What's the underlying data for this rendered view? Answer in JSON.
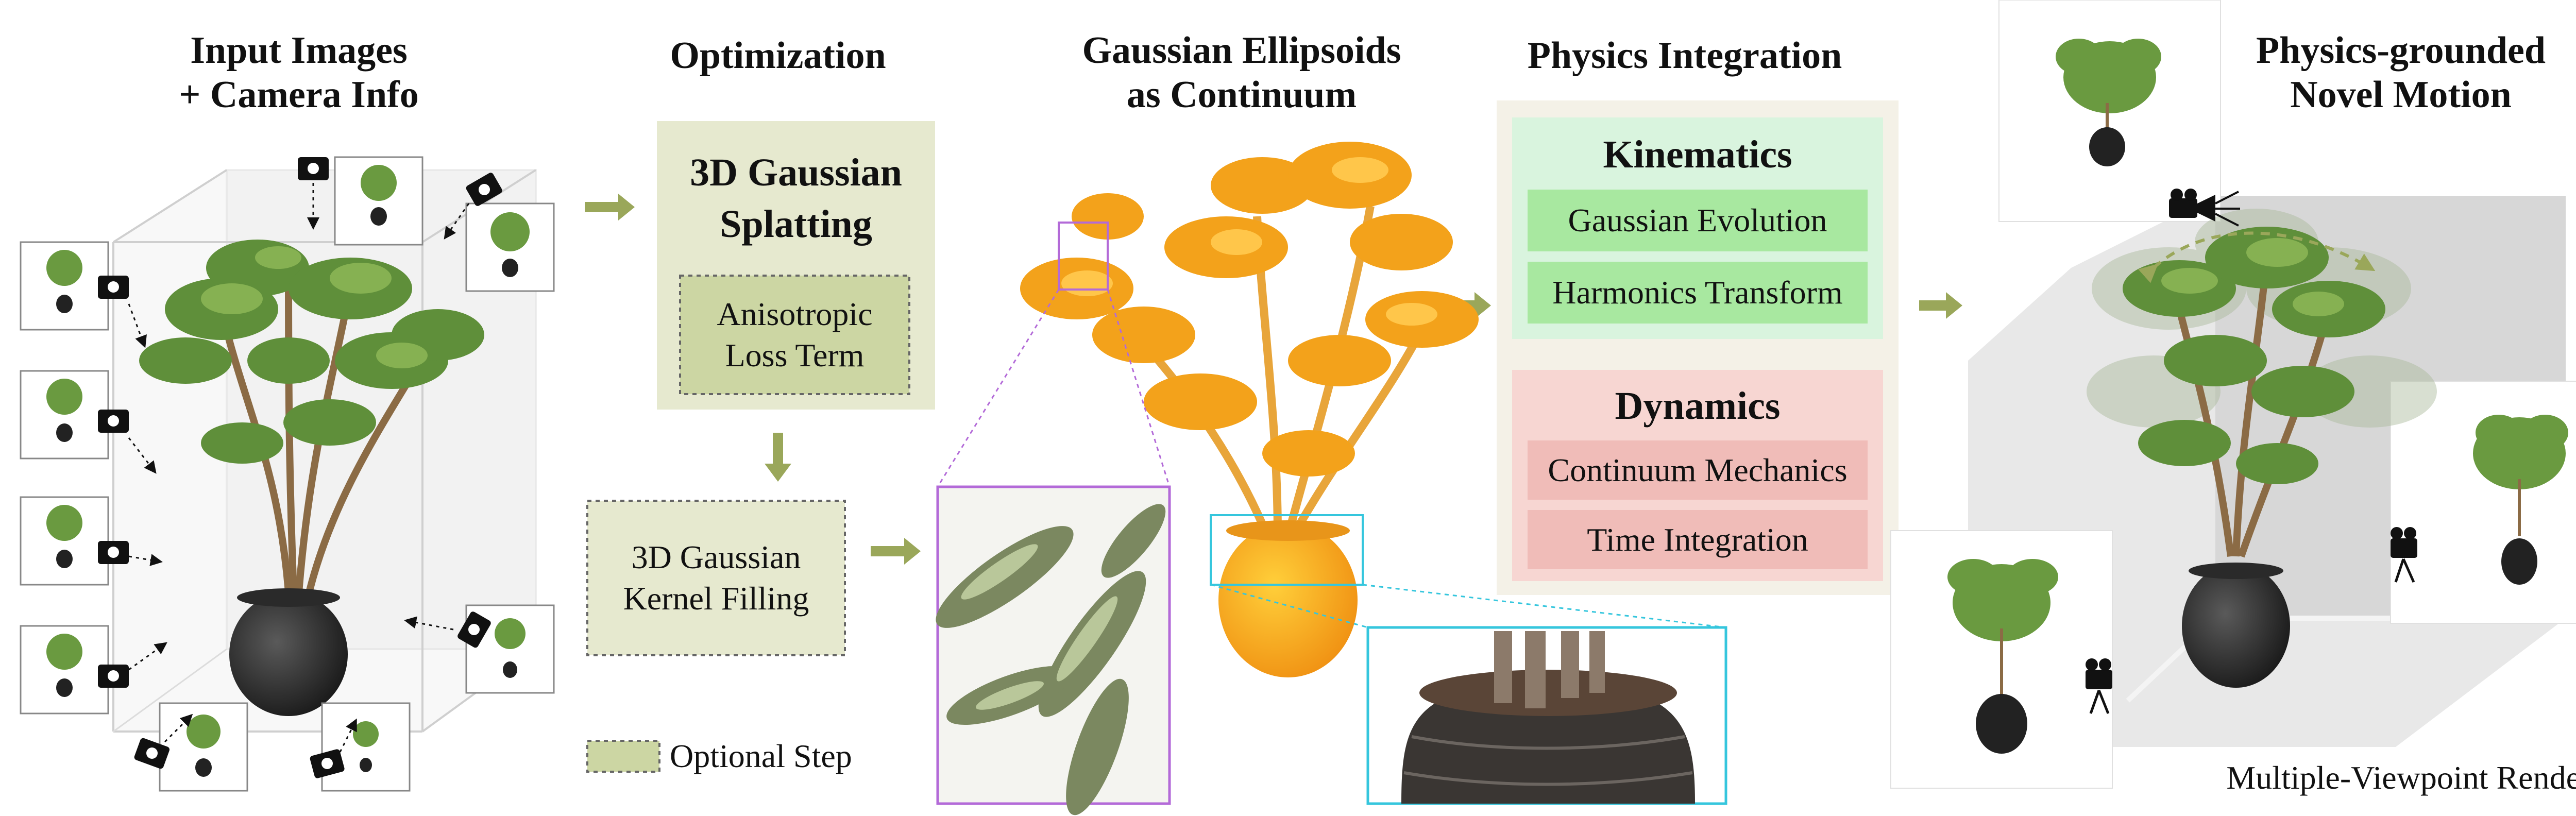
{
  "columns": {
    "input": {
      "title_line1": "Input Images",
      "title_line2": "+ Camera Info"
    },
    "optimization": {
      "title": "Optimization",
      "gs_line1": "3D Gaussian",
      "gs_line2": "Splatting",
      "aniso_line1": "Anisotropic",
      "aniso_line2": "Loss Term",
      "fill_line1": "3D Gaussian",
      "fill_line2": "Kernel Filling"
    },
    "continuum": {
      "title_line1": "Gaussian Ellipsoids",
      "title_line2": "as Continuum"
    },
    "physics": {
      "title": "Physics Integration",
      "kinematics": {
        "heading": "Kinematics",
        "items": [
          "Gaussian Evolution",
          "Harmonics Transform"
        ]
      },
      "dynamics": {
        "heading": "Dynamics",
        "items": [
          "Continuum Mechanics",
          "Time Integration"
        ]
      }
    },
    "output": {
      "title_line1": "Physics-grounded",
      "title_line2": "Novel Motion",
      "caption": "Multiple-Viewpoint Renderer"
    }
  },
  "legend": {
    "label": "Optional Step"
  },
  "colors": {
    "olive_arrow": "#9aa75a",
    "olive_box": "#e2e6c9",
    "olive_box_dark": "#ccd6a3",
    "green_panel": "#d9f4de",
    "green_item": "#a8e8a0",
    "red_panel": "#f7d6d2",
    "red_item": "#f0bcb8",
    "orange": "#f3a21b",
    "purple": "#b36ad8",
    "cyan": "#35c6dd"
  },
  "icons": [
    "camera-icon",
    "video-camera-icon",
    "arrow-right-icon",
    "arrow-down-icon"
  ]
}
